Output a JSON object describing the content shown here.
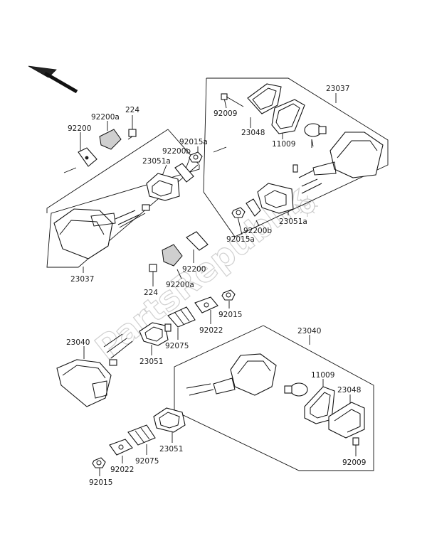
{
  "watermark": {
    "text": "PartsRepublik"
  },
  "labels": {
    "l_23037_top": "23037",
    "l_92009_top": "92009",
    "l_23048_top": "23048",
    "l_11009_top": "11009",
    "l_224_a": "224",
    "l_92200a_a": "92200a",
    "l_92200_a": "92200",
    "l_92015a_a": "92015a",
    "l_92200b_a": "92200b",
    "l_23051a_a": "23051a",
    "l_23051a_b": "23051a",
    "l_92200b_b": "92200b",
    "l_92015a_b": "92015a",
    "l_23037_left": "23037",
    "l_92200_b": "92200",
    "l_224_b": "224",
    "l_92200a_b": "92200a",
    "l_92015_a": "92015",
    "l_92022_a": "92022",
    "l_92075_a": "92075",
    "l_23051_a": "23051",
    "l_23040_left": "23040",
    "l_23040_right": "23040",
    "l_11009_bottom": "11009",
    "l_23048_bottom": "23048",
    "l_92009_bottom": "92009",
    "l_23051_b": "23051",
    "l_92075_b": "92075",
    "l_92022_b": "92022",
    "l_92015_b": "92015"
  }
}
